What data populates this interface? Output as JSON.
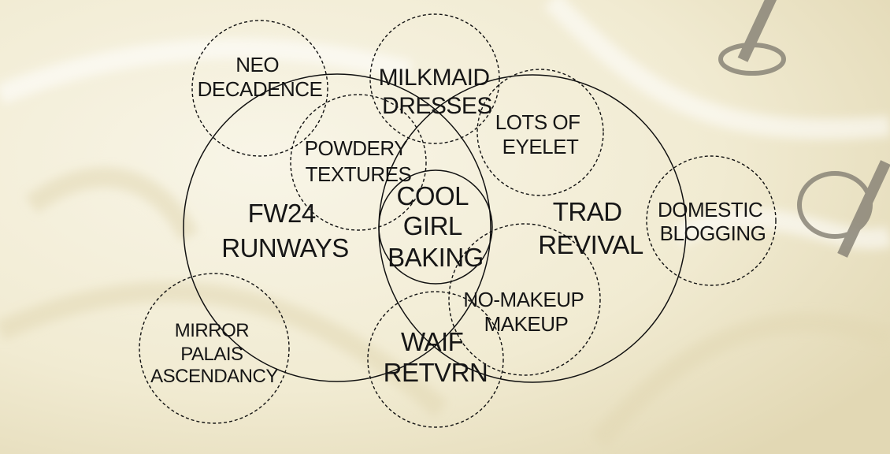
{
  "diagram": {
    "main_sets": [
      {
        "id": "fw24",
        "lines": [
          "FW24",
          "RUNWAYS"
        ]
      },
      {
        "id": "trad",
        "lines": [
          "TRAD",
          "REVIVAL"
        ]
      },
      {
        "id": "cool",
        "lines": [
          "COOL",
          "GIRL",
          "BAKING"
        ]
      }
    ],
    "trends": [
      {
        "id": "neo",
        "lines": [
          "NEO",
          "DECADENCE"
        ]
      },
      {
        "id": "milkmaid",
        "lines": [
          "MILKMAID",
          "DRESSES"
        ]
      },
      {
        "id": "eyelet",
        "lines": [
          "LOTS OF",
          "EYELET"
        ]
      },
      {
        "id": "powdery",
        "lines": [
          "POWDERY",
          "TEXTURES"
        ]
      },
      {
        "id": "domestic",
        "lines": [
          "DOMESTIC",
          "BLOGGING"
        ]
      },
      {
        "id": "nomakeup",
        "lines": [
          "NO-MAKEUP",
          "MAKEUP"
        ]
      },
      {
        "id": "mirror",
        "lines": [
          "MIRROR",
          "PALAIS",
          "ASCENDANCY"
        ]
      },
      {
        "id": "waif",
        "lines": [
          "WAIF",
          "RETVRN"
        ]
      }
    ]
  },
  "colors": {
    "cream_light": "#f8f5e7",
    "cream_mid": "#f1ebd2",
    "cream_dark": "#e2d8b4",
    "line": "#111111",
    "metal": "#8a8578"
  }
}
